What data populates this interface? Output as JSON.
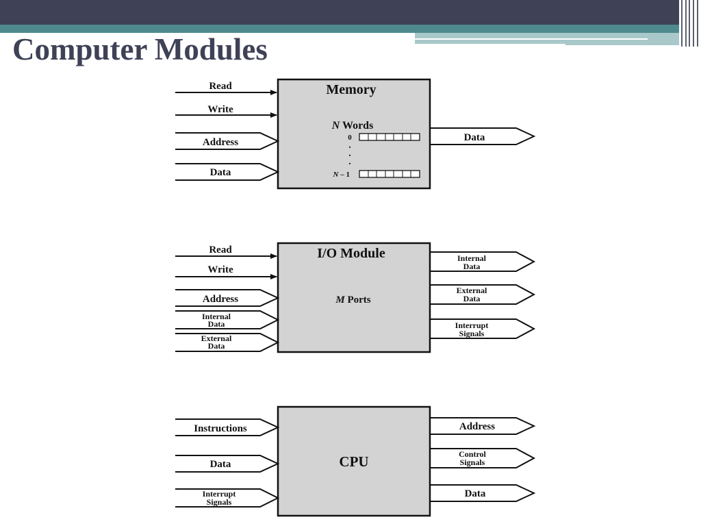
{
  "slide": {
    "title": "Computer Modules",
    "colors": {
      "header": "#3f4156",
      "accent": "#4e8a8d",
      "accent_light": "#a9c8c9",
      "box_fill": "#d3d3d3"
    }
  },
  "memory": {
    "name": "Memory",
    "inputs": {
      "read": "Read",
      "write": "Write",
      "address": "Address",
      "data": "Data"
    },
    "output_data": "Data",
    "words_var": "N",
    "words_text": " Words",
    "index_first": "0",
    "index_last_var": "N",
    "index_last_rest": " – 1"
  },
  "io": {
    "name": "I/O Module",
    "ports_var": "M",
    "ports_text": " Ports",
    "inputs": {
      "read": "Read",
      "write": "Write",
      "address": "Address",
      "internal_1": "Internal",
      "internal_2": "Data",
      "external_1": "External",
      "external_2": "Data"
    },
    "outputs": {
      "internal_1": "Internal",
      "internal_2": "Data",
      "external_1": "External",
      "external_2": "Data",
      "interrupt_1": "Interrupt",
      "interrupt_2": "Signals"
    }
  },
  "cpu": {
    "name": "CPU",
    "inputs": {
      "instructions": "Instructions",
      "data": "Data",
      "interrupt_1": "Interrupt",
      "interrupt_2": "Signals"
    },
    "outputs": {
      "address": "Address",
      "control_1": "Control",
      "control_2": "Signals",
      "data": "Data"
    }
  }
}
